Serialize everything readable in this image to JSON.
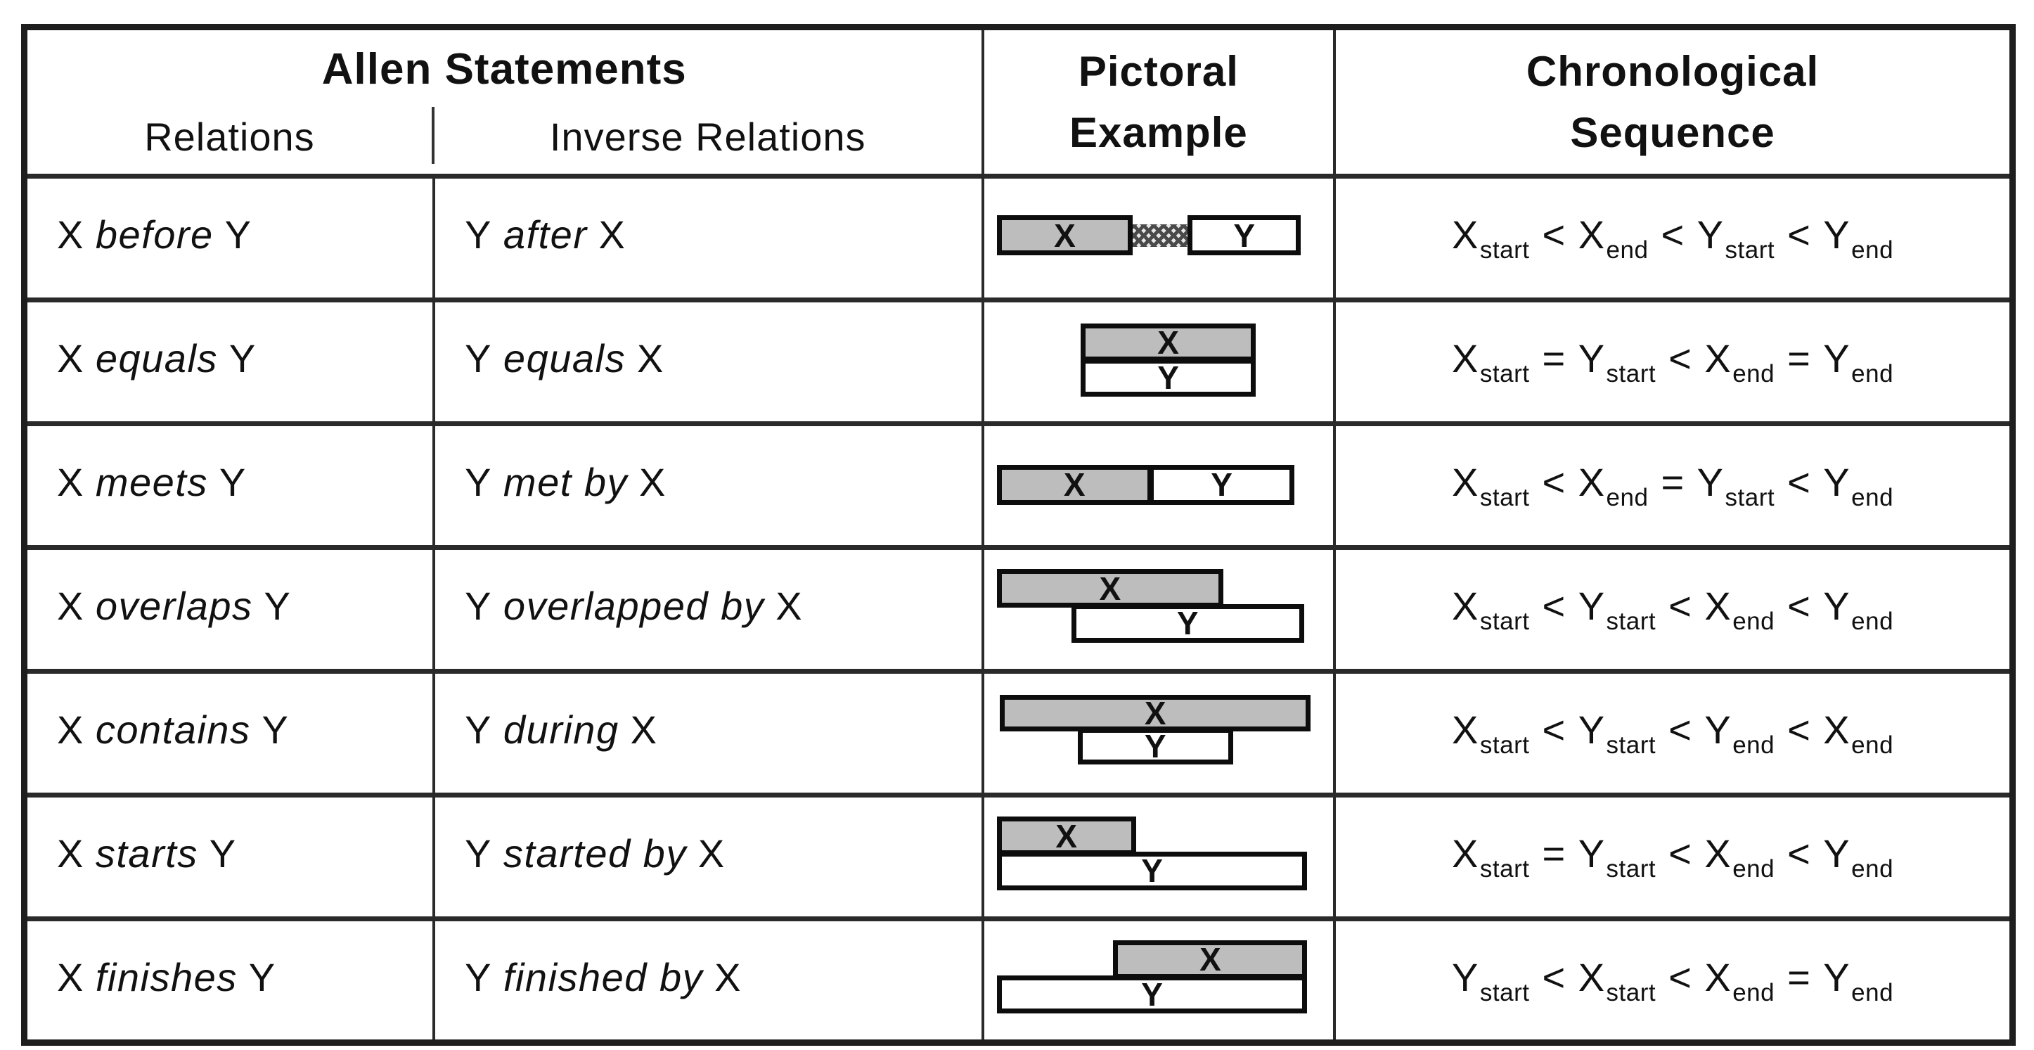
{
  "header": {
    "allen_title": "Allen Statements",
    "relations": "Relations",
    "inverse_relations": "Inverse Relations",
    "pictorial": [
      "Pictoral",
      "Example"
    ],
    "chronological": [
      "Chronological",
      "Sequence"
    ]
  },
  "colors": {
    "bar_gray": "#bdbdbd",
    "bar_white": "#ffffff",
    "line_dark": "#1e1e1e"
  },
  "rows": [
    {
      "relation": {
        "left": "X",
        "word": "before",
        "right": "Y"
      },
      "inverse": {
        "left": "Y",
        "word": "after",
        "right": "X"
      },
      "pictorial": {
        "bars": [
          {
            "label": "X",
            "fill": "gray",
            "x": 0,
            "y": 24,
            "w": 42,
            "h": 46
          },
          {
            "label": "Y",
            "fill": "white",
            "x": 59,
            "y": 24,
            "w": 35,
            "h": 46
          }
        ],
        "hatch": {
          "x": 42,
          "y": 34,
          "w": 17,
          "h": 26
        }
      },
      "sequence": [
        {
          "v": "X",
          "s": "start"
        },
        {
          "o": "<"
        },
        {
          "v": "X",
          "s": "end"
        },
        {
          "o": "<"
        },
        {
          "v": "Y",
          "s": "start"
        },
        {
          "o": "<"
        },
        {
          "v": "Y",
          "s": "end"
        }
      ]
    },
    {
      "relation": {
        "left": "X",
        "word": "equals",
        "right": "Y"
      },
      "inverse": {
        "left": "Y",
        "word": "equals",
        "right": "X"
      },
      "pictorial": {
        "bars": [
          {
            "label": "X",
            "fill": "gray",
            "x": 26,
            "y": 6,
            "w": 54,
            "h": 44
          },
          {
            "label": "Y",
            "fill": "white",
            "x": 26,
            "y": 46,
            "w": 54,
            "h": 44
          }
        ]
      },
      "sequence": [
        {
          "v": "X",
          "s": "start"
        },
        {
          "o": "="
        },
        {
          "v": "Y",
          "s": "start"
        },
        {
          "o": "<"
        },
        {
          "v": "X",
          "s": "end"
        },
        {
          "o": "="
        },
        {
          "v": "Y",
          "s": "end"
        }
      ]
    },
    {
      "relation": {
        "left": "X",
        "word": "meets",
        "right": "Y"
      },
      "inverse": {
        "left": "Y",
        "word": "met by",
        "right": "X"
      },
      "pictorial": {
        "bars": [
          {
            "label": "X",
            "fill": "gray",
            "x": 0,
            "y": 26,
            "w": 48,
            "h": 46
          },
          {
            "label": "Y",
            "fill": "white",
            "x": 47,
            "y": 26,
            "w": 45,
            "h": 46
          }
        ]
      },
      "sequence": [
        {
          "v": "X",
          "s": "start"
        },
        {
          "o": "<"
        },
        {
          "v": "X",
          "s": "end"
        },
        {
          "o": "="
        },
        {
          "v": "Y",
          "s": "start"
        },
        {
          "o": "<"
        },
        {
          "v": "Y",
          "s": "end"
        }
      ]
    },
    {
      "relation": {
        "left": "X",
        "word": "overlaps",
        "right": "Y"
      },
      "inverse": {
        "left": "Y",
        "word": "overlapped by",
        "right": "X"
      },
      "pictorial": {
        "bars": [
          {
            "label": "X",
            "fill": "gray",
            "x": 0,
            "y": 4,
            "w": 70,
            "h": 44
          },
          {
            "label": "Y",
            "fill": "white",
            "x": 23,
            "y": 44,
            "w": 72,
            "h": 44
          }
        ]
      },
      "sequence": [
        {
          "v": "X",
          "s": "start"
        },
        {
          "o": "<"
        },
        {
          "v": "Y",
          "s": "start"
        },
        {
          "o": "<"
        },
        {
          "v": "X",
          "s": "end"
        },
        {
          "o": "<"
        },
        {
          "v": "Y",
          "s": "end"
        }
      ]
    },
    {
      "relation": {
        "left": "X",
        "word": "contains",
        "right": "Y"
      },
      "inverse": {
        "left": "Y",
        "word": "during",
        "right": "X"
      },
      "pictorial": {
        "bars": [
          {
            "label": "X",
            "fill": "gray",
            "x": 1,
            "y": 6,
            "w": 96,
            "h": 42
          },
          {
            "label": "Y",
            "fill": "white",
            "x": 25,
            "y": 44,
            "w": 48,
            "h": 42
          }
        ]
      },
      "sequence": [
        {
          "v": "X",
          "s": "start"
        },
        {
          "o": "<"
        },
        {
          "v": "Y",
          "s": "start"
        },
        {
          "o": "<"
        },
        {
          "v": "Y",
          "s": "end"
        },
        {
          "o": "<"
        },
        {
          "v": "X",
          "s": "end"
        }
      ]
    },
    {
      "relation": {
        "left": "X",
        "word": "starts",
        "right": "Y"
      },
      "inverse": {
        "left": "Y",
        "word": "started by",
        "right": "X"
      },
      "pictorial": {
        "bars": [
          {
            "label": "X",
            "fill": "gray",
            "x": 0,
            "y": 4,
            "w": 43,
            "h": 44
          },
          {
            "label": "Y",
            "fill": "white",
            "x": 0,
            "y": 44,
            "w": 96,
            "h": 44
          }
        ]
      },
      "sequence": [
        {
          "v": "X",
          "s": "start"
        },
        {
          "o": "="
        },
        {
          "v": "Y",
          "s": "start"
        },
        {
          "o": "<"
        },
        {
          "v": "X",
          "s": "end"
        },
        {
          "o": "<"
        },
        {
          "v": "Y",
          "s": "end"
        }
      ]
    },
    {
      "relation": {
        "left": "X",
        "word": "finishes",
        "right": "Y"
      },
      "inverse": {
        "left": "Y",
        "word": "finished by",
        "right": "X"
      },
      "pictorial": {
        "bars": [
          {
            "label": "X",
            "fill": "gray",
            "x": 36,
            "y": 4,
            "w": 60,
            "h": 44
          },
          {
            "label": "Y",
            "fill": "white",
            "x": 0,
            "y": 44,
            "w": 96,
            "h": 44
          }
        ]
      },
      "sequence": [
        {
          "v": "Y",
          "s": "start"
        },
        {
          "o": "<"
        },
        {
          "v": "X",
          "s": "start"
        },
        {
          "o": "<"
        },
        {
          "v": "X",
          "s": "end"
        },
        {
          "o": "="
        },
        {
          "v": "Y",
          "s": "end"
        }
      ]
    }
  ]
}
